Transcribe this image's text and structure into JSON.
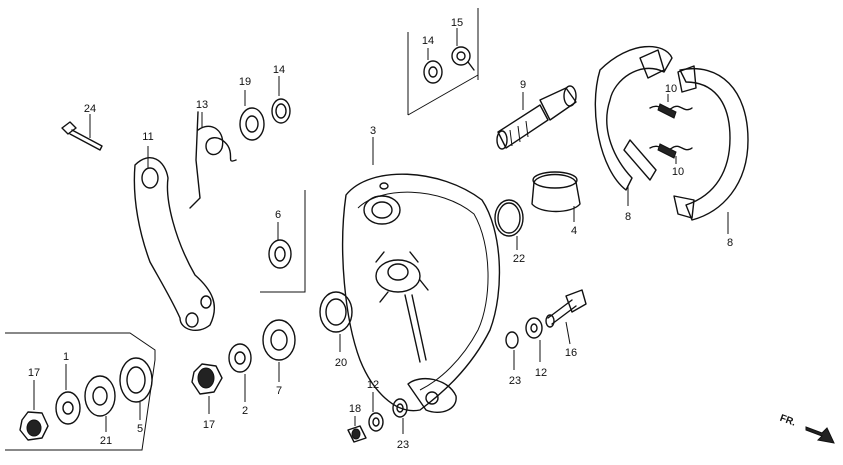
{
  "callouts": [
    "24",
    "11",
    "13",
    "19",
    "14",
    "14",
    "15",
    "9",
    "10",
    "10",
    "3",
    "6",
    "22",
    "4",
    "8",
    "8",
    "1",
    "17",
    "21",
    "5",
    "17",
    "2",
    "7",
    "20",
    "12",
    "18",
    "23",
    "23",
    "12",
    "16"
  ],
  "direction_label": "FR."
}
